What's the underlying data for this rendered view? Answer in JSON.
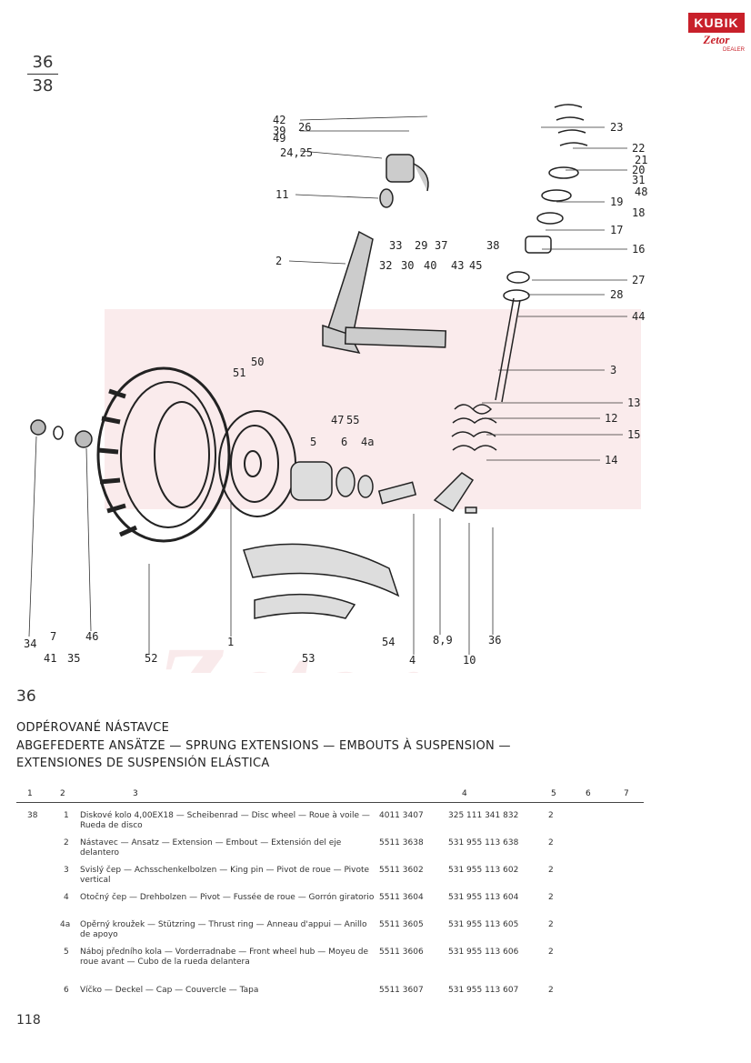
{
  "plate": {
    "fraction_top": "36",
    "fraction_bottom": "38",
    "number": "36"
  },
  "logo": {
    "top": "KUBIK",
    "bottom": "Zetor",
    "small": "DEALER"
  },
  "watermark": {
    "text": "KUBIK Zetor DEALER"
  },
  "title": {
    "line1": "ODPÉROVANÉ NÁSTAVCE",
    "line2": "ABGEFEDERTE ANSÄTZE — SPRUNG EXTENSIONS — EMBOUTS À SUSPENSION —",
    "line3": "EXTENSIONES DE SUSPENSIÓN ELÁSTICA"
  },
  "callouts": {
    "c42": "42",
    "c39": "39",
    "c26": "26",
    "c49": "49",
    "c2425": "24,25",
    "c11": "11",
    "c2": "2",
    "c33": "33",
    "c29": "29",
    "c37": "37",
    "c32": "32",
    "c30": "30",
    "c40": "40",
    "c38": "38",
    "c43": "43",
    "c45": "45",
    "c23": "23",
    "c22": "22",
    "c21": "21",
    "c20": "20",
    "c31": "31",
    "c48": "48",
    "c19": "19",
    "c18": "18",
    "c17": "17",
    "c16": "16",
    "c27": "27",
    "c28": "28",
    "c44": "44",
    "c3": "3",
    "c13": "13",
    "c12": "12",
    "c15": "15",
    "c14": "14",
    "c51": "51",
    "c50": "50",
    "c47": "47",
    "c55": "55",
    "c5": "5",
    "c6": "6",
    "c4a": "4a",
    "c34": "34",
    "c7": "7",
    "c41": "41",
    "c35": "35",
    "c46": "46",
    "c52": "52",
    "c1": "1",
    "c53": "53",
    "c54": "54",
    "c4": "4",
    "c89": "8,9",
    "c10": "10",
    "c36": "36"
  },
  "table": {
    "headers": [
      "1",
      "2",
      "3",
      "4",
      "5",
      "6",
      "7"
    ],
    "rows": [
      {
        "c1": "38",
        "c2": "1",
        "desc": "Diskové kolo 4,00EX18 — Scheibenrad — Disc wheel — Roue à voile — Rueda de disco",
        "n1": "4011 3407",
        "n2": "325 111 341 832",
        "qty": "2"
      },
      {
        "c1": "",
        "c2": "2",
        "desc": "Nástavec — Ansatz — Extension — Embout — Extensión del eje delantero",
        "n1": "5511 3638",
        "n2": "531 955 113 638",
        "qty": "2"
      },
      {
        "c1": "",
        "c2": "3",
        "desc": "Svislý čep — Achsschenkelbolzen — King pin — Pivot de roue — Pivote vertical",
        "n1": "5511 3602",
        "n2": "531 955 113 602",
        "qty": "2"
      },
      {
        "c1": "",
        "c2": "4",
        "desc": "Otočný čep — Drehbolzen — Pivot — Fussée de roue — Gorrón giratorio",
        "n1": "5511 3604",
        "n2": "531 955 113 604",
        "qty": "2"
      },
      {
        "c1": "",
        "c2": "4a",
        "desc": "Opěrný kroužek — Stützring — Thrust ring — Anneau d'appui — Anillo de apoyo",
        "n1": "5511 3605",
        "n2": "531 955 113 605",
        "qty": "2"
      },
      {
        "c1": "",
        "c2": "5",
        "desc": "Náboj předního kola — Vorderradnabe — Front wheel hub — Moyeu de roue avant — Cubo de la rueda delantera",
        "n1": "5511 3606",
        "n2": "531 955 113 606",
        "qty": "2"
      },
      {
        "c1": "",
        "c2": "6",
        "desc": "Víčko — Deckel — Cap — Couvercle — Tapa",
        "n1": "5511 3607",
        "n2": "531 955 113 607",
        "qty": "2"
      }
    ]
  },
  "page_number": "118"
}
